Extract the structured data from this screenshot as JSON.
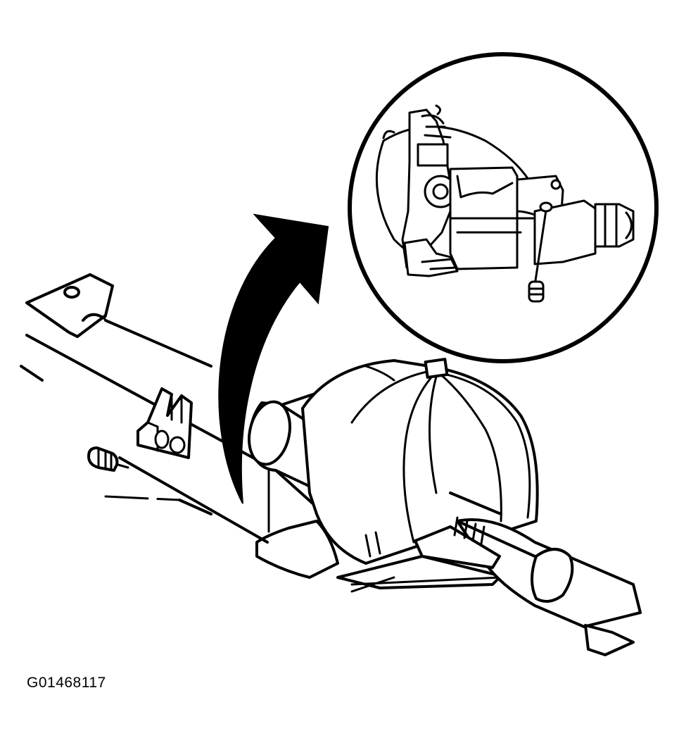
{
  "figure": {
    "id_label": "G01468117"
  },
  "diagram": {
    "subject": "rear-axle-housing",
    "callout": "magnified-view",
    "icons": [
      "arrow-icon",
      "magnifier-circle",
      "vent-plug-icon",
      "bracket-icon"
    ]
  }
}
